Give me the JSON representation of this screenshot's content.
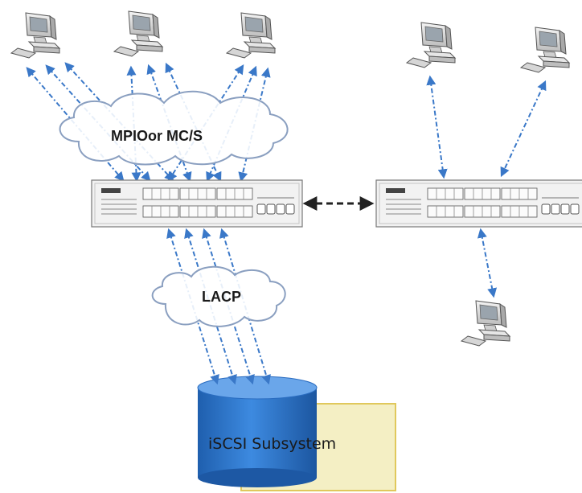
{
  "diagram": {
    "clouds": {
      "mpio": {
        "label": "MPIOor MC/S"
      },
      "lacp": {
        "label": "LACP"
      }
    },
    "storage": {
      "label": "iSCSI Subsystem"
    },
    "colors": {
      "link": "#3a78c8",
      "cloud_fill": "#ffffff",
      "cloud_stroke": "#8a9fc0",
      "storage_box": "#f4efc4",
      "storage_border": "#e0c85c",
      "cylinder": "#2e74c8",
      "switch_body": "#f2f2f2",
      "inter_switch_link": "#222222"
    },
    "icons": {
      "computer": "desktop-computer-icon",
      "switch": "network-switch-icon",
      "storage": "disk-cylinder-icon",
      "cloud": "cloud-icon"
    }
  }
}
